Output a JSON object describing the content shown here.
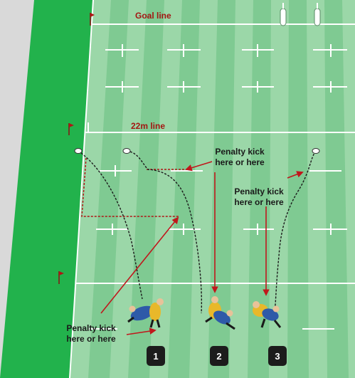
{
  "labels": {
    "goal_line": "Goal line",
    "line_22m": "22m line",
    "annotation_center_1": "Penalty kick",
    "annotation_center_2": "here or here",
    "annotation_right_1": "Penalty kick",
    "annotation_right_2": "here or here",
    "annotation_left_1": "Penalty kick",
    "annotation_left_2": "here or here"
  },
  "players": [
    {
      "number": "1"
    },
    {
      "number": "2"
    },
    {
      "number": "3"
    }
  ],
  "colors": {
    "dark_pitch": "#22b24c",
    "light_stripe": "#8fd19e",
    "dark_stripe": "#75c688",
    "line_red": "#b01515",
    "arrow_red": "#c0171c",
    "label_red": "#a31612",
    "background": "#d9d9d9",
    "gold_shirt": "#e8b82a",
    "blue_shirt": "#2e5aa8",
    "badge": "#1c1c1c"
  },
  "icons": [
    "flag-icon",
    "goal-post-icon",
    "ball-icon",
    "player-icon"
  ]
}
